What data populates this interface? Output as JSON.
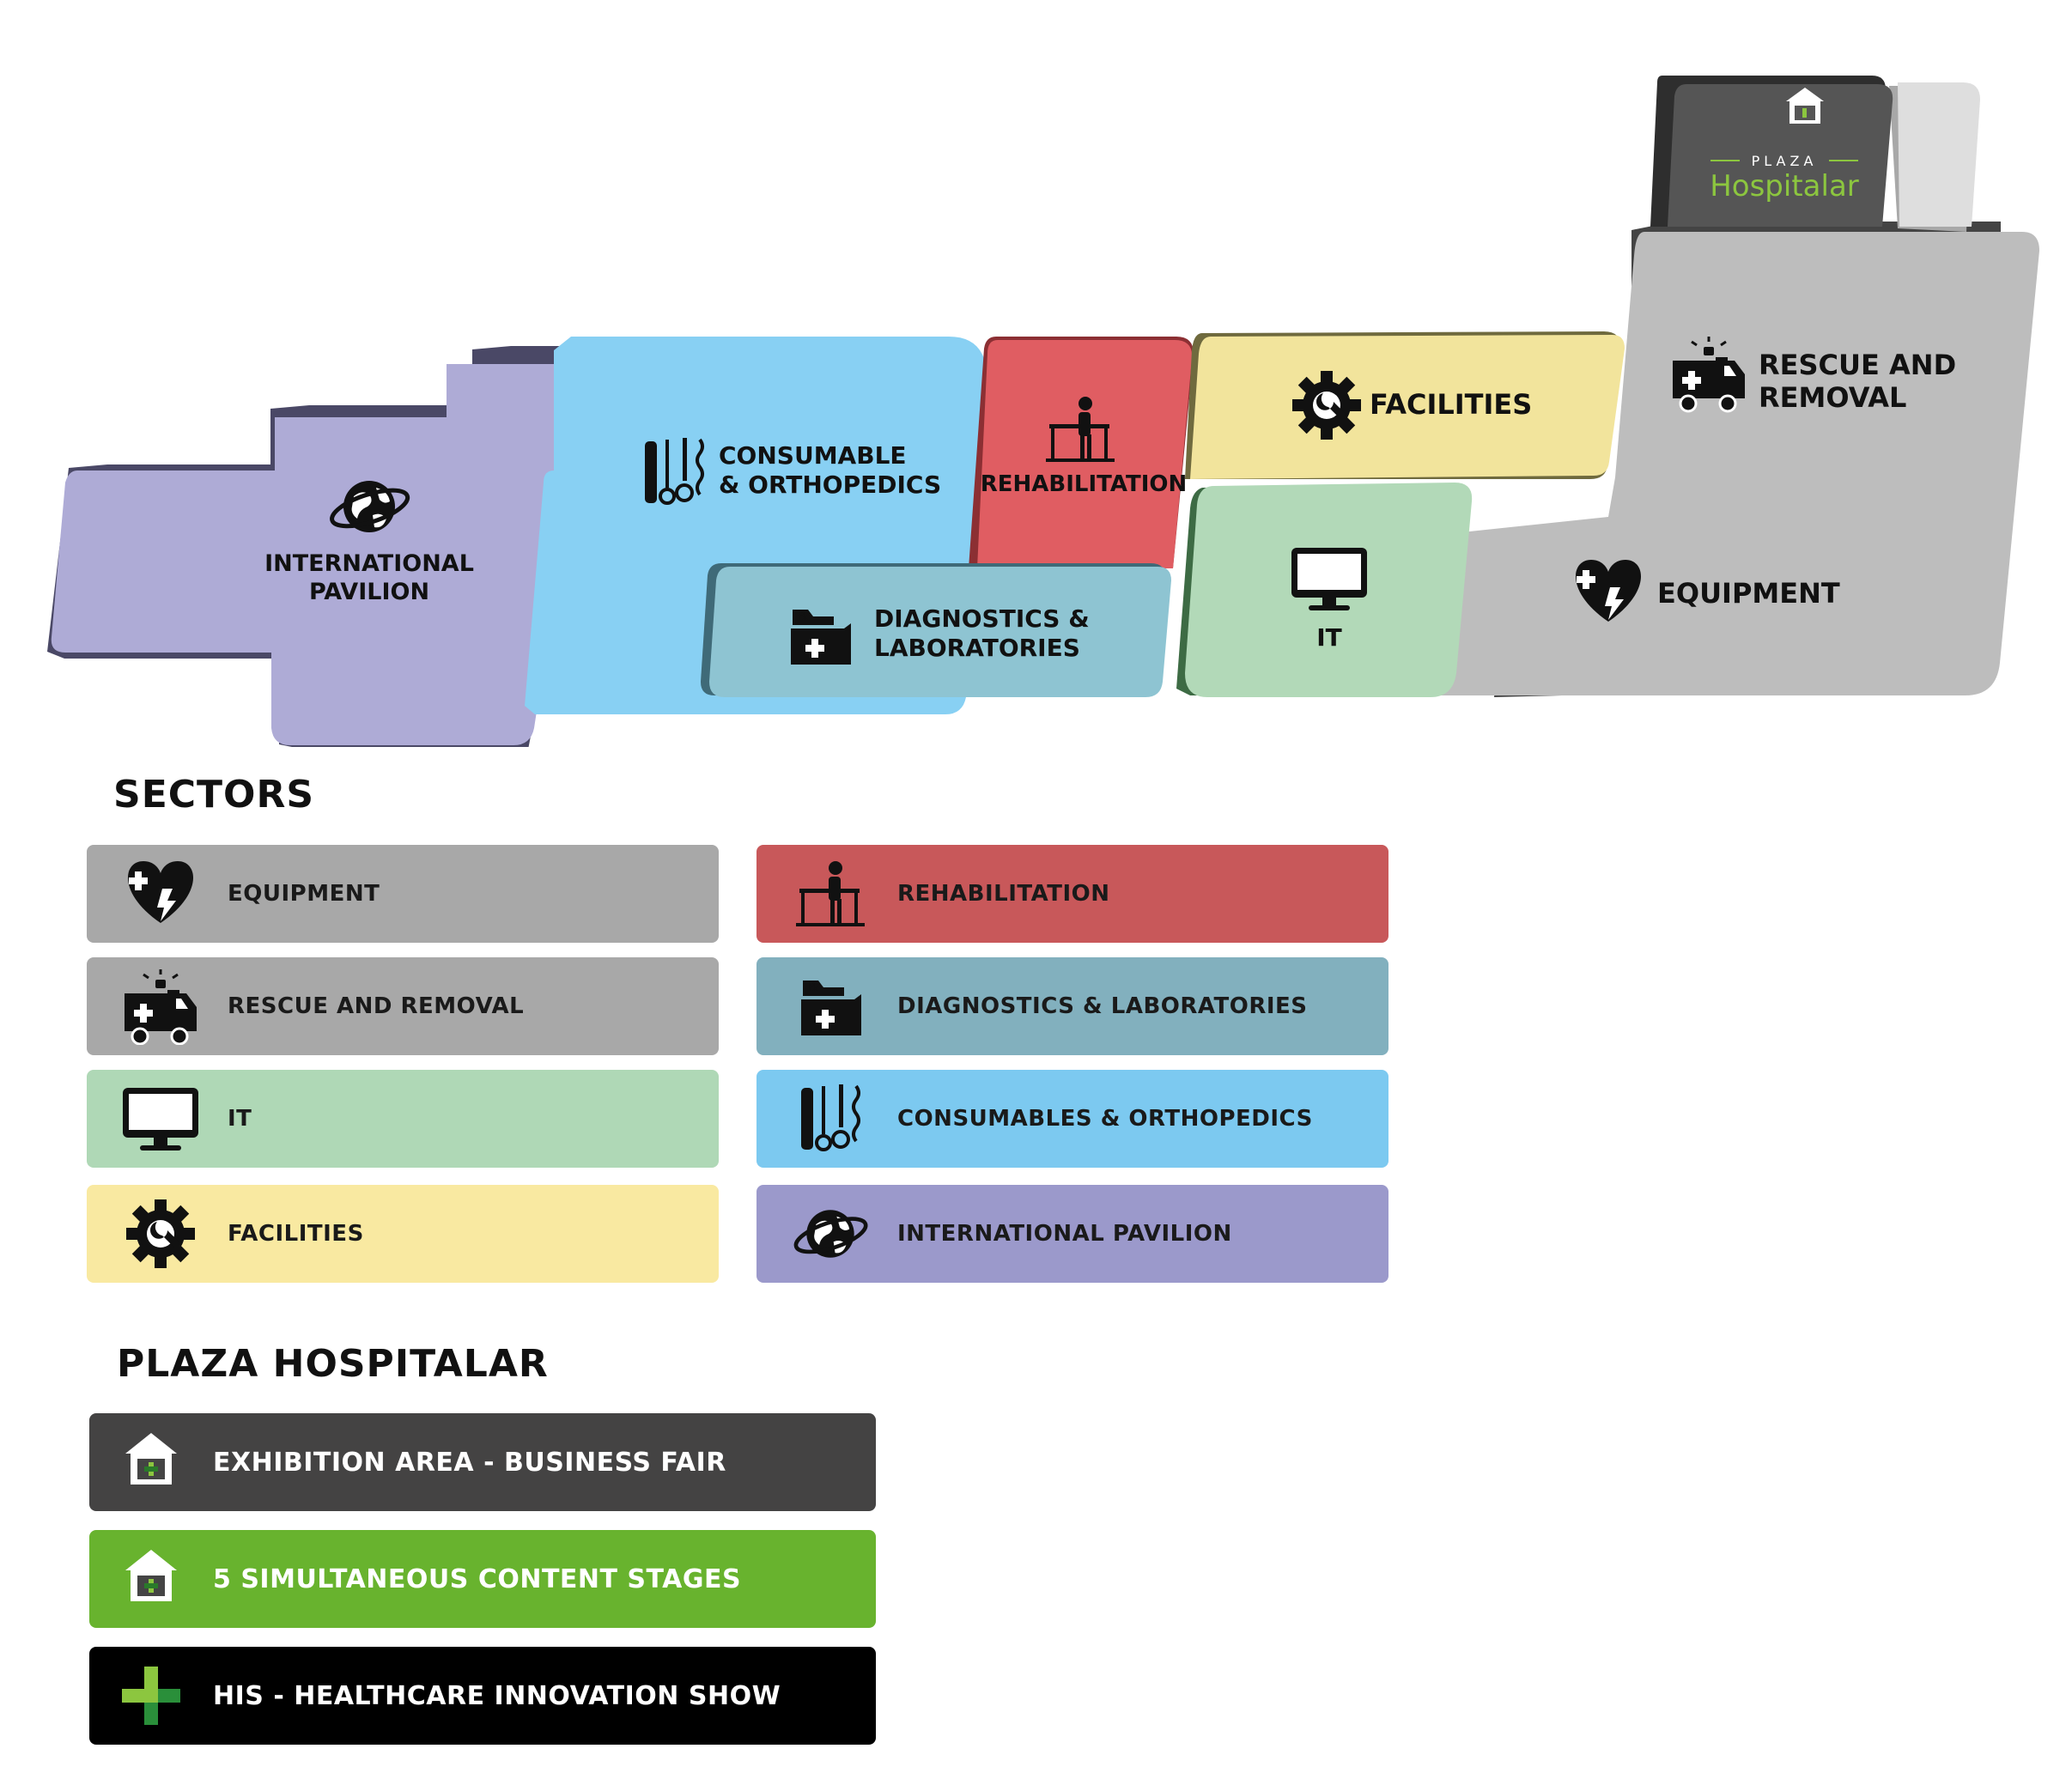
{
  "map": {
    "zones": {
      "international_pavilion": {
        "line1": "INTERNATIONAL",
        "line2": "PAVILION"
      },
      "consumable": {
        "line1": "CONSUMABLE",
        "line2": "& ORTHOPEDICS"
      },
      "rehabilitation": "REHABILITATION",
      "diagnostics": {
        "line1": "DIAGNOSTICS &",
        "line2": "LABORATORIES"
      },
      "facilities": "FACILITIES",
      "it": "IT",
      "rescue": {
        "line1": "RESCUE AND",
        "line2": "REMOVAL"
      },
      "equipment": "EQUIPMENT",
      "plaza_logo": {
        "top": "PLAZA",
        "bottom": "Hospitalar"
      }
    }
  },
  "sectors": {
    "heading": "SECTORS",
    "items": [
      {
        "label": "EQUIPMENT",
        "icon": "heart-plus-icon",
        "color": "#a8a8a8"
      },
      {
        "label": "RESCUE AND REMOVAL",
        "icon": "ambulance-icon",
        "color": "#a8a8a8"
      },
      {
        "label": "IT",
        "icon": "monitor-icon",
        "color": "#afd8b6"
      },
      {
        "label": "FACILITIES",
        "icon": "gear-wrench-icon",
        "color": "#f9e9a1"
      },
      {
        "label": "REHABILITATION",
        "icon": "rehab-walker-icon",
        "color": "#c8585a"
      },
      {
        "label": "DIAGNOSTICS & LABORATORIES",
        "icon": "medical-folder-icon",
        "color": "#82b0be"
      },
      {
        "label": "CONSUMABLES & ORTHOPEDICS",
        "icon": "surgical-tools-icon",
        "color": "#7cc9f0"
      },
      {
        "label": "INTERNATIONAL PAVILION",
        "icon": "globe-icon",
        "color": "#9b99cb"
      }
    ]
  },
  "plaza": {
    "heading": "PLAZA HOSPITALAR",
    "items": [
      {
        "label": "EXHIBITION AREA - BUSINESS FAIR",
        "icon": "plaza-building-icon",
        "color": "#444343"
      },
      {
        "label": "5 SIMULTANEOUS CONTENT STAGES",
        "icon": "plaza-building-icon",
        "color": "#68b32e"
      },
      {
        "label": "HIS - HEALTHCARE INNOVATION SHOW",
        "icon": "his-cross-icon",
        "color": "#000000"
      }
    ]
  },
  "colors": {
    "purple": "#aeabd6",
    "blue": "#88d0f3",
    "red": "#e05d62",
    "teal": "#8ec4d2",
    "yellow": "#f2e49c",
    "green": "#b2d9b8",
    "grey": "#bdbdbd",
    "dark": "#555555",
    "accent": "#8cc63f"
  }
}
